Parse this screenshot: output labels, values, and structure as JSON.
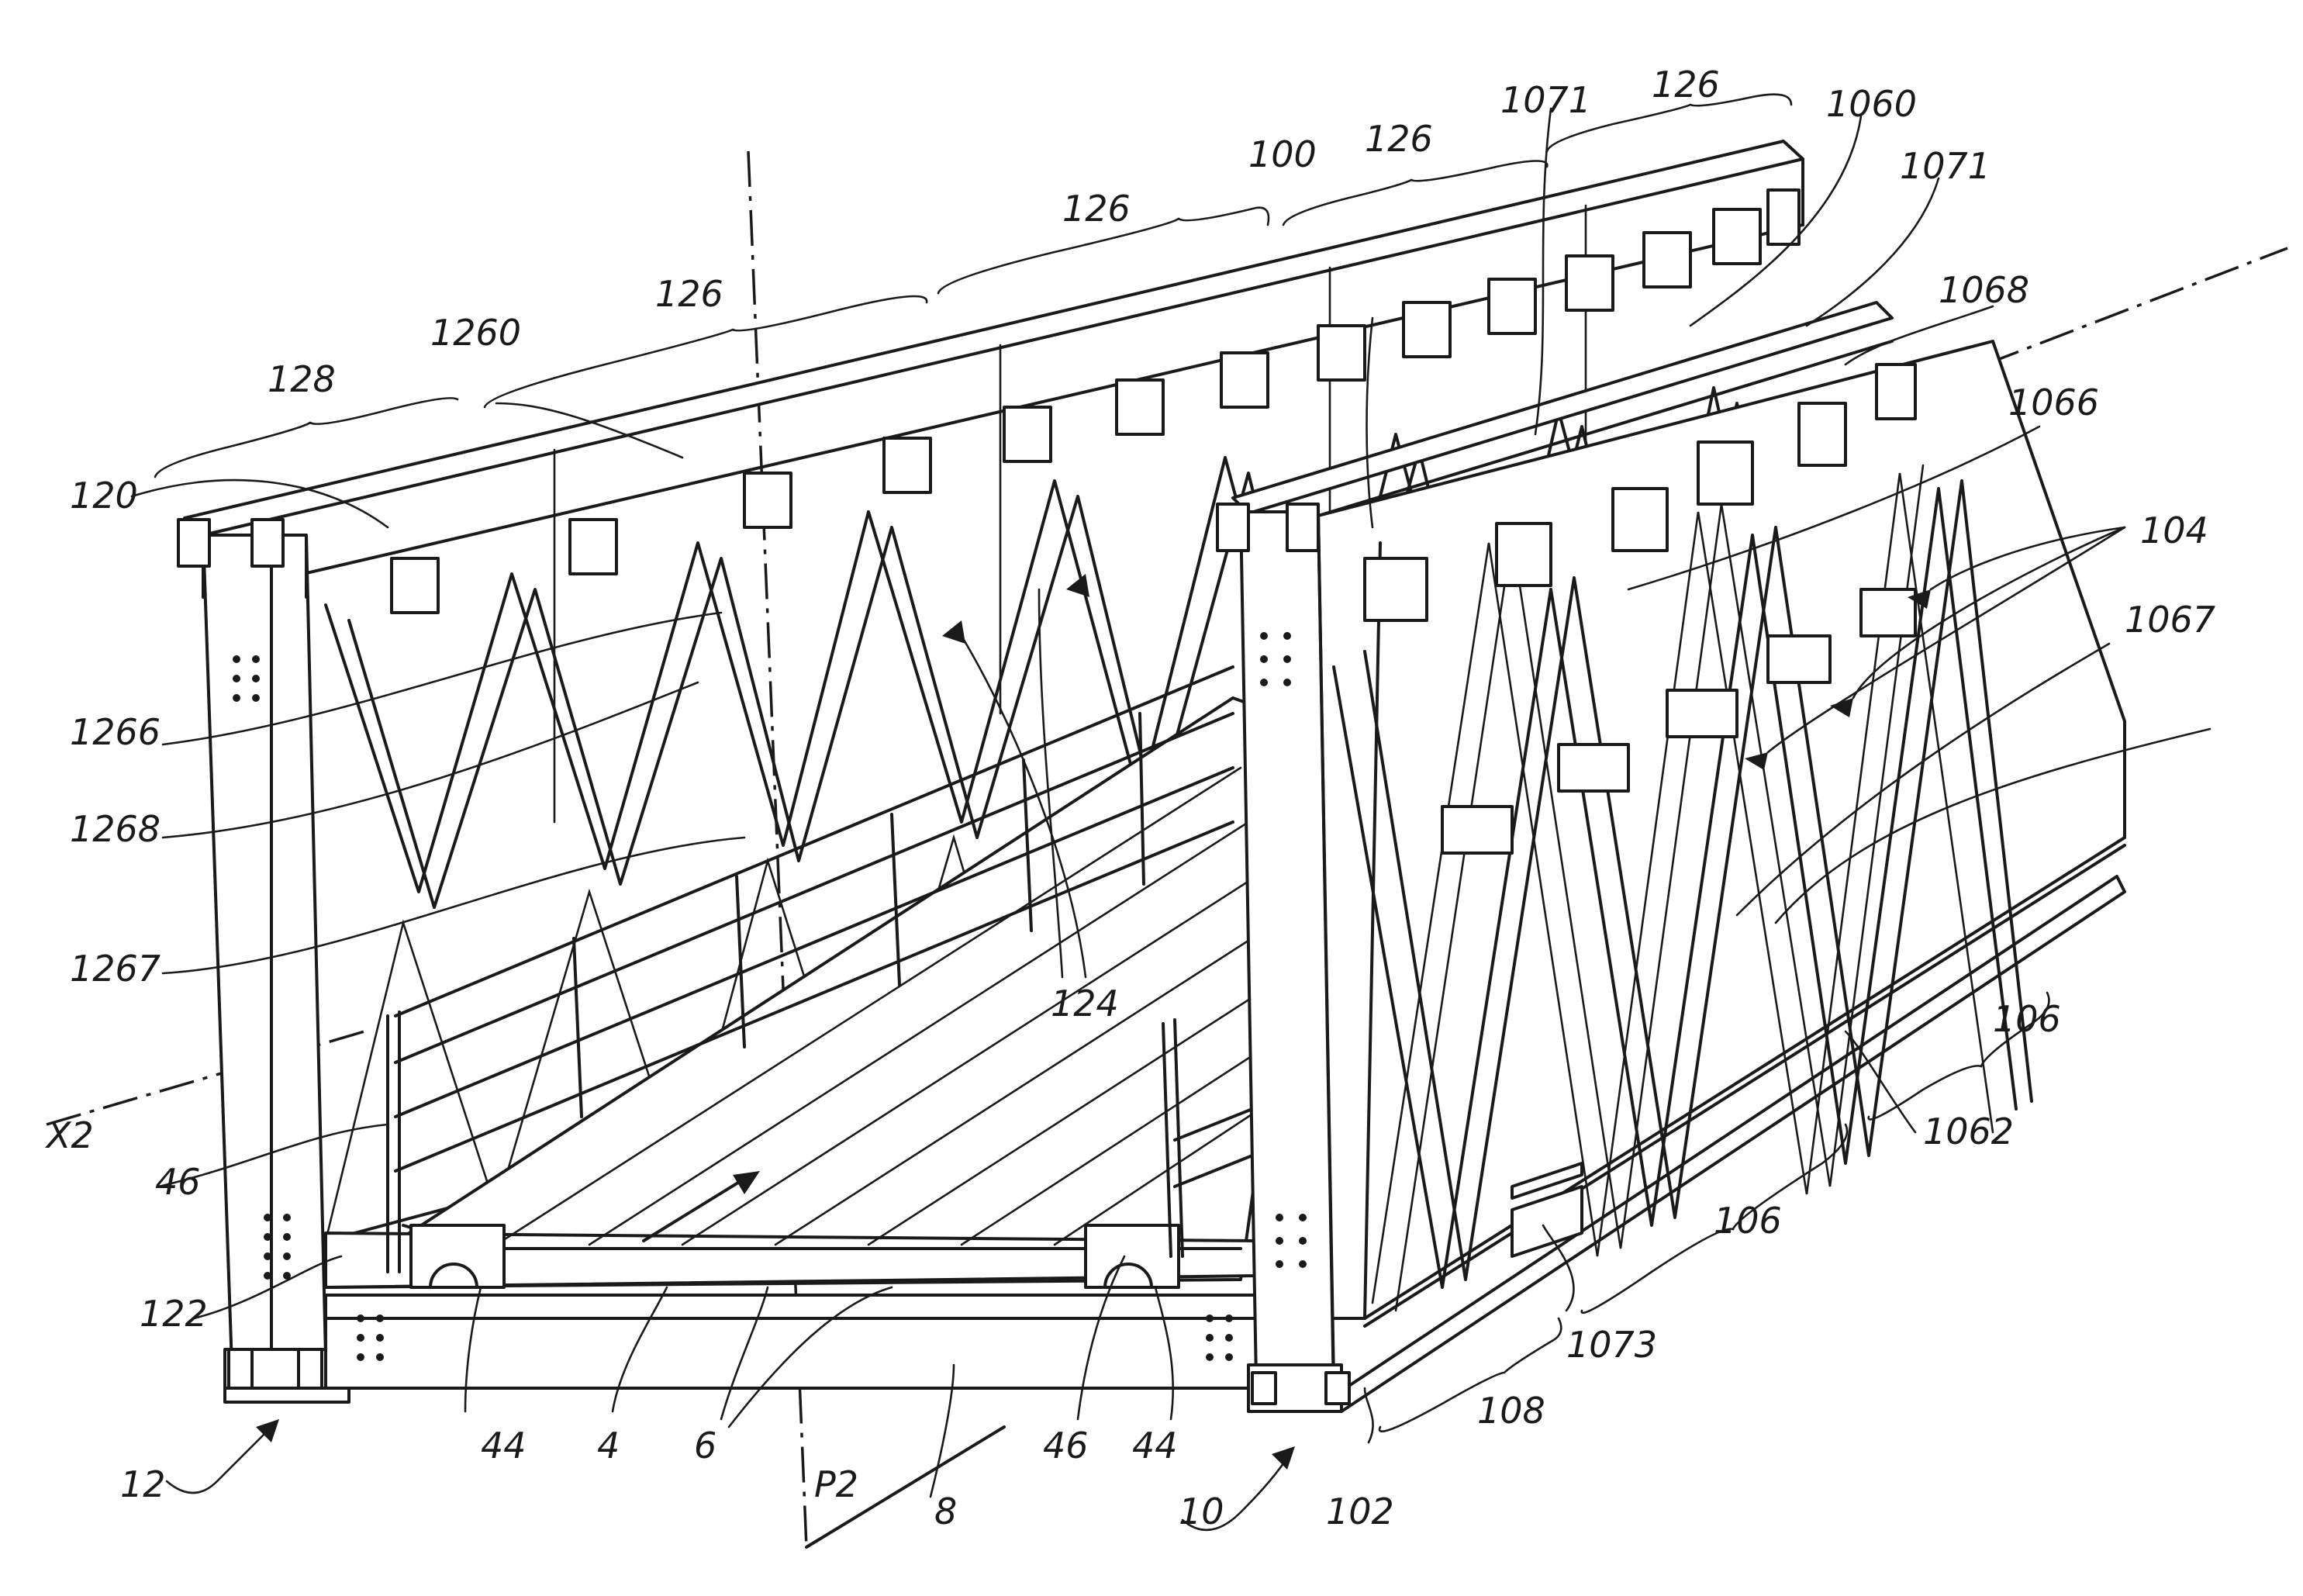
{
  "figure": {
    "labels": {
      "l128": "128",
      "l120": "120",
      "l1260": "1260",
      "l126_a": "126",
      "l126_b": "126",
      "l126_c": "126",
      "l126_d": "126",
      "l100": "100",
      "l1071_a": "1071",
      "l1060": "1060",
      "l1071_b": "1071",
      "l1068": "1068",
      "l1066": "1066",
      "l104": "104",
      "l1067": "1067",
      "l1266": "1266",
      "l1268": "1268",
      "l1267": "1267",
      "l124": "124",
      "lX2": "X2",
      "l46_a": "46",
      "l122": "122",
      "l12": "12",
      "l44_a": "44",
      "l4": "4",
      "l6": "6",
      "lP2": "P2",
      "l8": "8",
      "l46_b": "46",
      "l44_b": "44",
      "l10": "10",
      "l102": "102",
      "l108": "108",
      "l1073": "1073",
      "l106_a": "106",
      "l106_b": "106",
      "l1062": "1062"
    }
  }
}
